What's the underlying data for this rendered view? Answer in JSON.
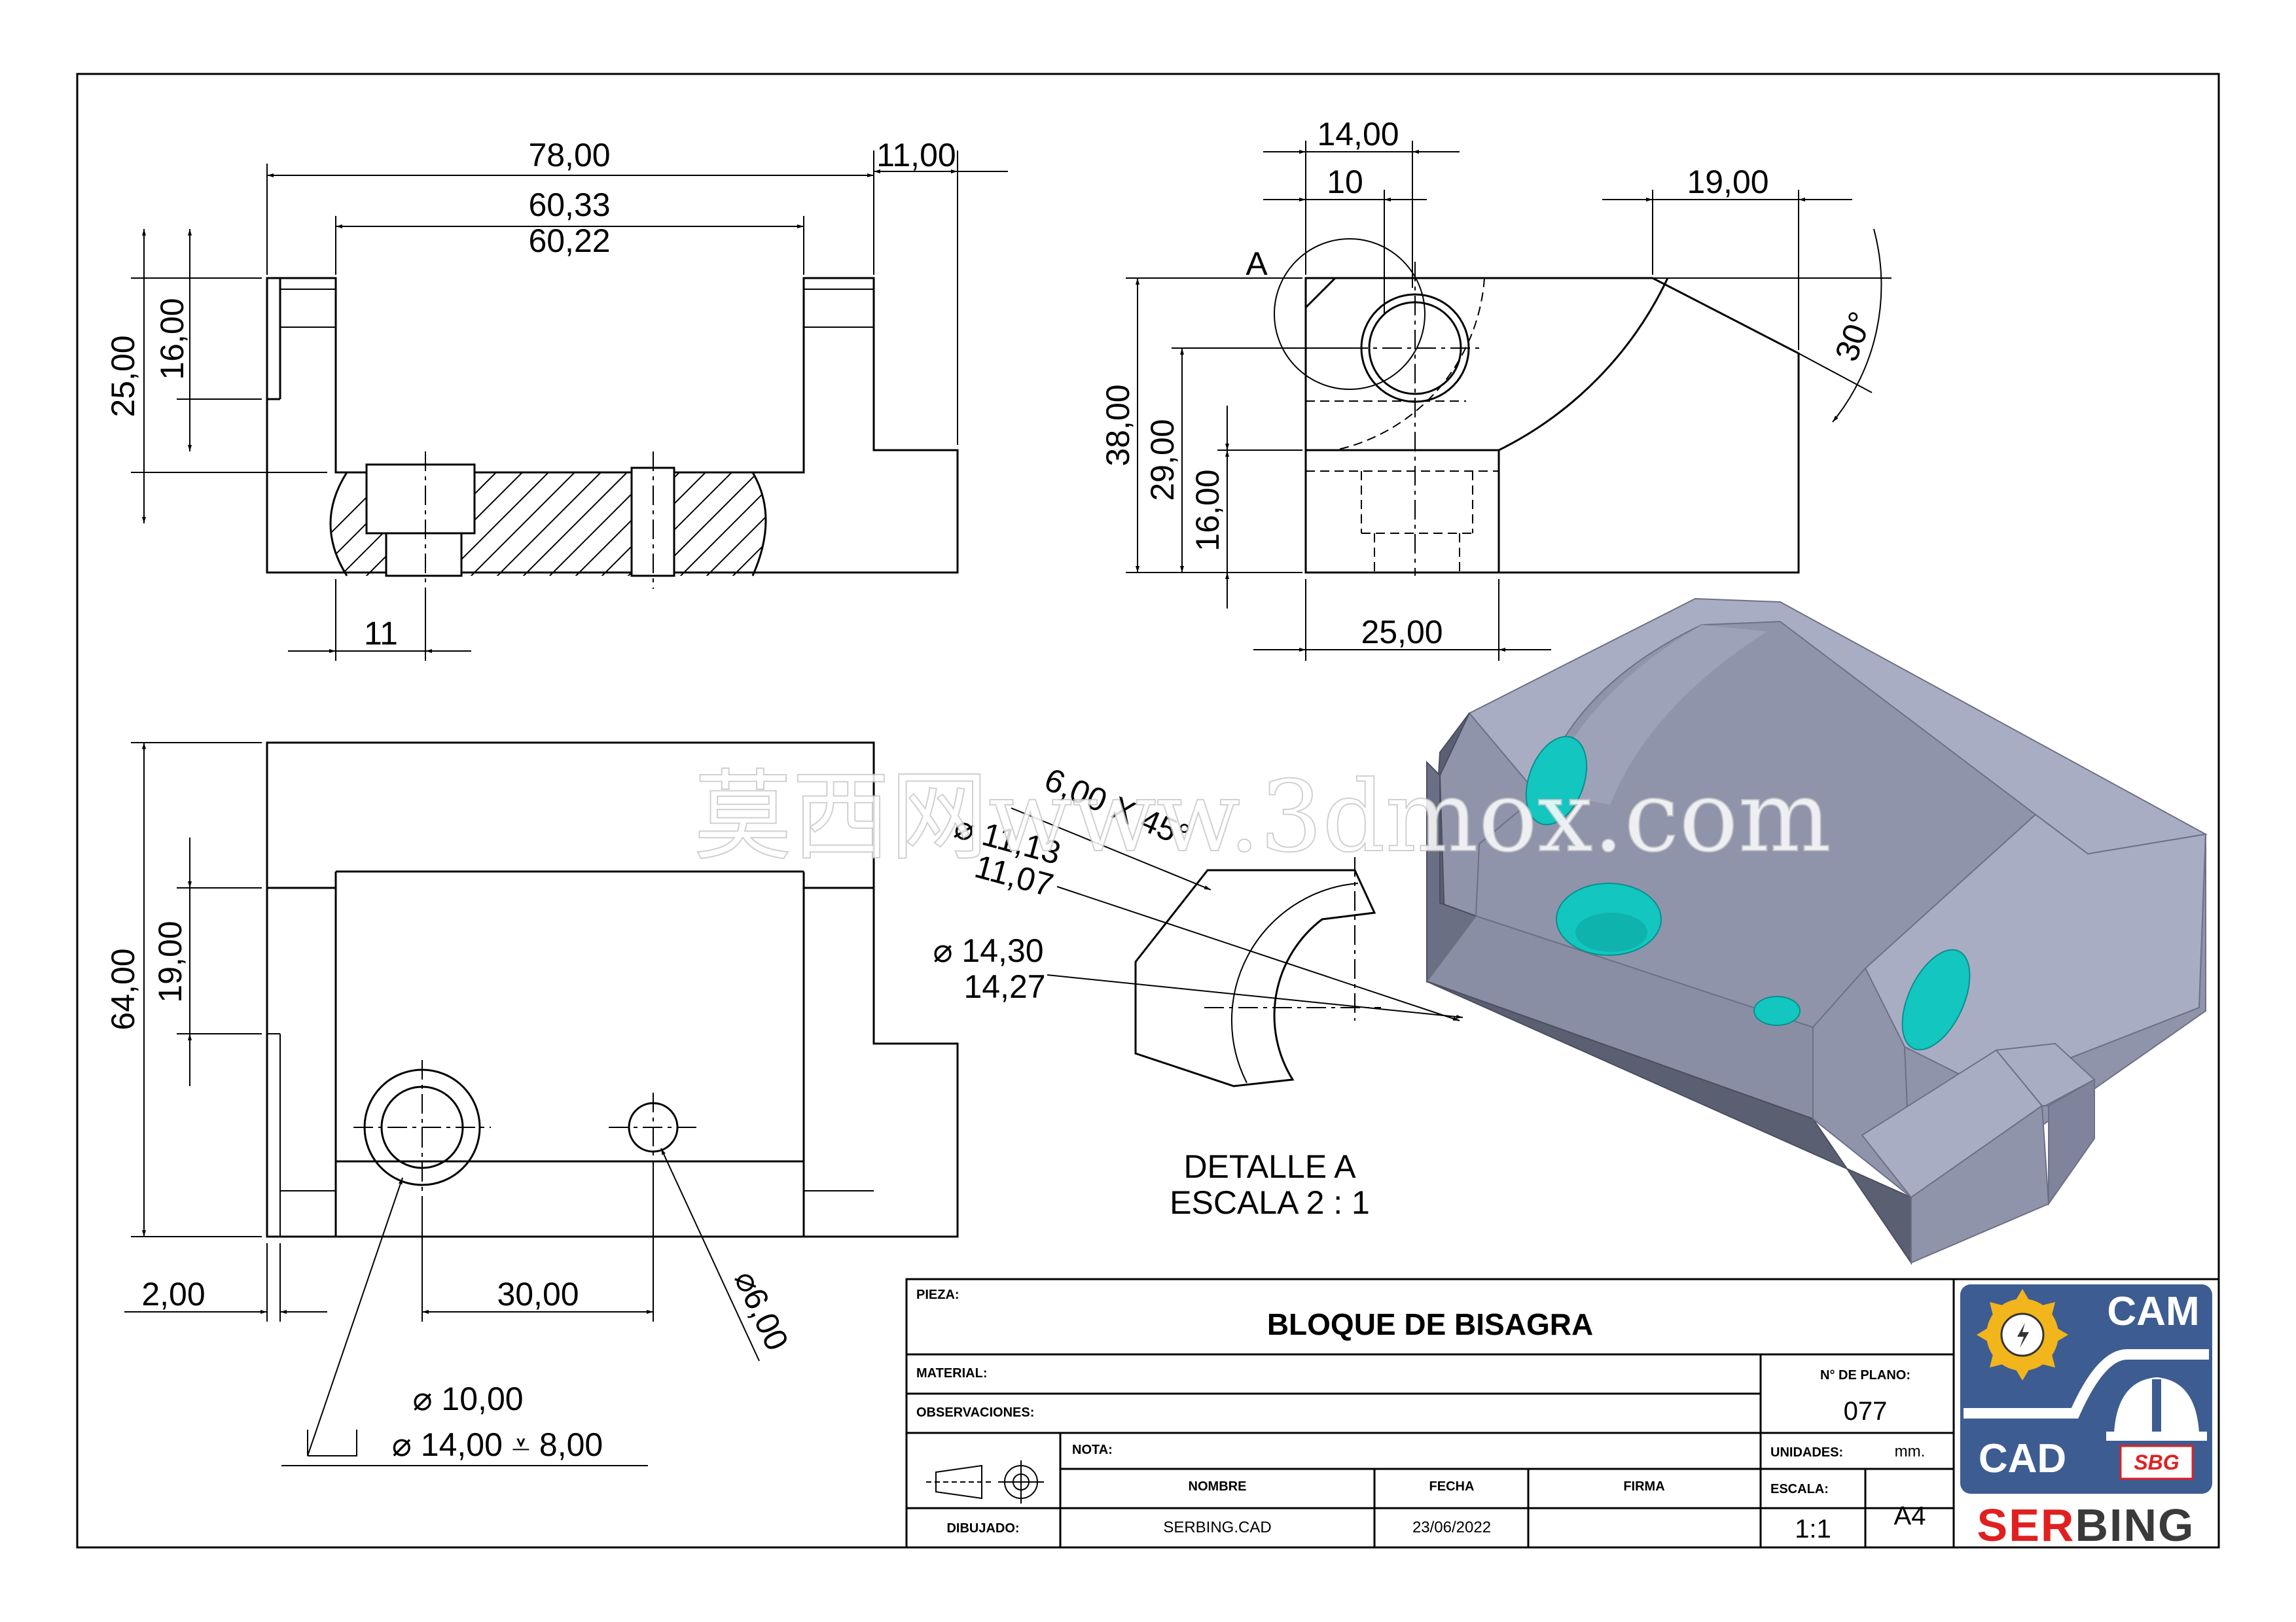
{
  "dimensions": {
    "front": {
      "width_total": "78,00",
      "width_inner_max": "60,33",
      "width_inner_min": "60,22",
      "right_step": "11,00",
      "height_25": "25,00",
      "height_16": "16,00",
      "bottom_11": "11"
    },
    "side": {
      "top_14": "14,00",
      "top_10": "10",
      "top_19": "19,00",
      "angle": "30°",
      "height_38": "38,00",
      "height_29": "29,00",
      "height_16": "16,00",
      "bottom_25": "25,00",
      "detail_label": "A"
    },
    "top": {
      "height_64": "64,00",
      "height_19": "19,00",
      "left_2": "2,00",
      "spacing_30": "30,00",
      "dia_6": "⌀6,00",
      "dia_10": "⌀ 10,00",
      "cbore": "⌀ 14,00 ⩡ 8,00"
    },
    "detail": {
      "chamfer": "6,00 X 45°",
      "dia_1113": "⌀ 11,13",
      "dia_1107": "11,07",
      "dia_1430": "⌀ 14,30",
      "dia_1427": "14,27",
      "title_line1": "DETALLE A",
      "title_line2": "ESCALA 2 : 1"
    }
  },
  "watermark": "莫西网www.3dmox.com",
  "title_block": {
    "pieza_label": "PIEZA:",
    "pieza_value": "BLOQUE DE BISAGRA",
    "material_label": "MATERIAL:",
    "observaciones_label": "OBSERVACIONES:",
    "nota_label": "NOTA:",
    "nombre_label": "NOMBRE",
    "fecha_label": "FECHA",
    "firma_label": "FIRMA",
    "dibujado_label": "DIBUJADO:",
    "dibujado_nombre": "SERBING.CAD",
    "dibujado_fecha": "23/06/2022",
    "plano_label": "N° DE PLANO:",
    "plano_value": "077",
    "unidades_label": "UNIDADES:",
    "unidades_value": "mm.",
    "escala_label": "ESCALA:",
    "escala_value": "1:1",
    "format": "A4"
  },
  "logo": {
    "cam": "CAM",
    "cad": "CAD",
    "brand_part1": "SER",
    "brand_part2": "BING",
    "seal": "SBG",
    "colors": {
      "panel": "#3d5c92",
      "gear": "#f2b51b",
      "red": "#e02020",
      "dark": "#3a3a3a"
    }
  },
  "colors": {
    "model_top": "#a9adc4",
    "model_side": "#7f849c",
    "model_dark": "#5b5f72",
    "hole": "#13c6c0"
  }
}
